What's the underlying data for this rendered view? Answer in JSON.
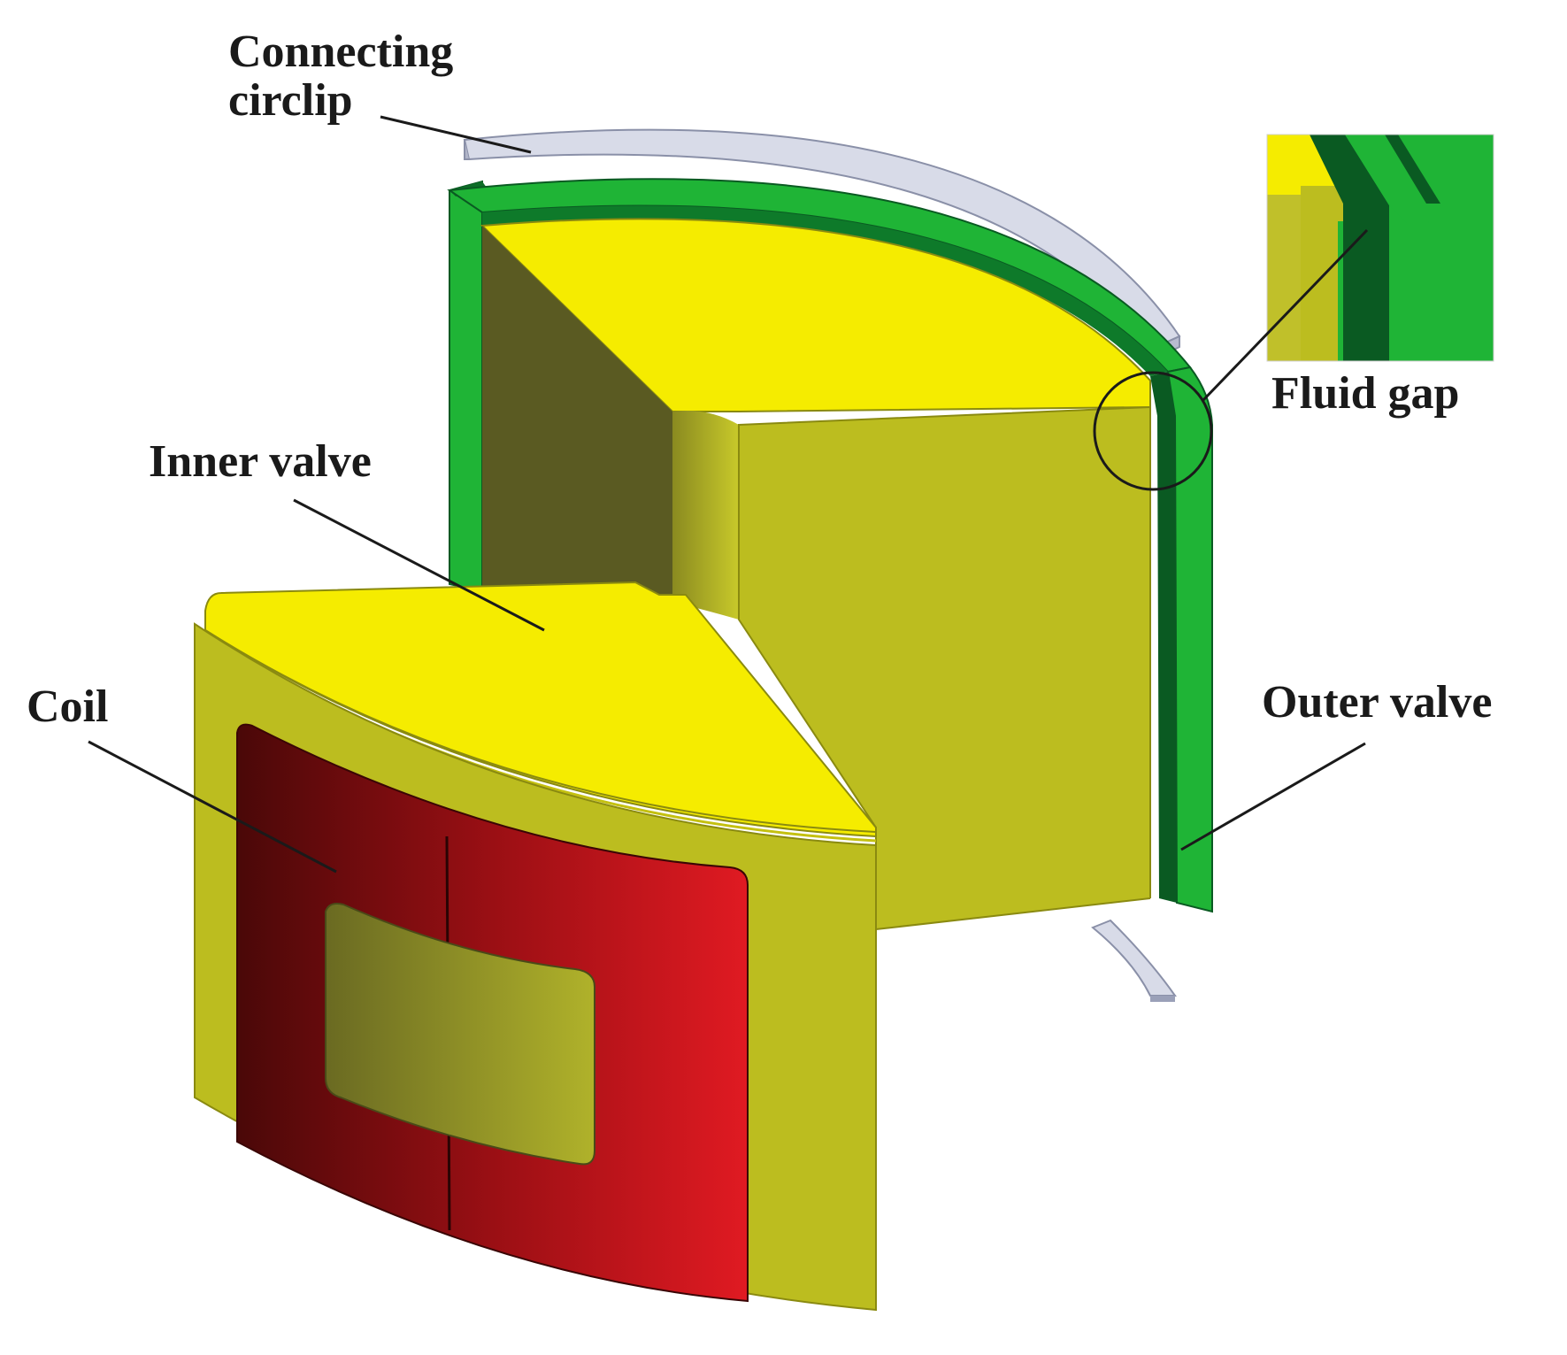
{
  "labels": {
    "connecting_circlip": [
      "Connecting",
      "circlip"
    ],
    "inner_valve": "Inner valve",
    "coil": "Coil",
    "outer_valve": "Outer valve",
    "fluid_gap": "Fluid gap"
  },
  "colors": {
    "background": "#ffffff",
    "yellow_top": "#f5ec00",
    "yellow_side": "#bcbd1f",
    "yellow_dark": "#5a5a22",
    "coil_red": "#d0141b",
    "coil_red_dark": "#4a0808",
    "green_light": "#1fb436",
    "green_dark": "#0a5a22",
    "circlip": "#d8dbe8",
    "line": "#1a1a1a"
  }
}
